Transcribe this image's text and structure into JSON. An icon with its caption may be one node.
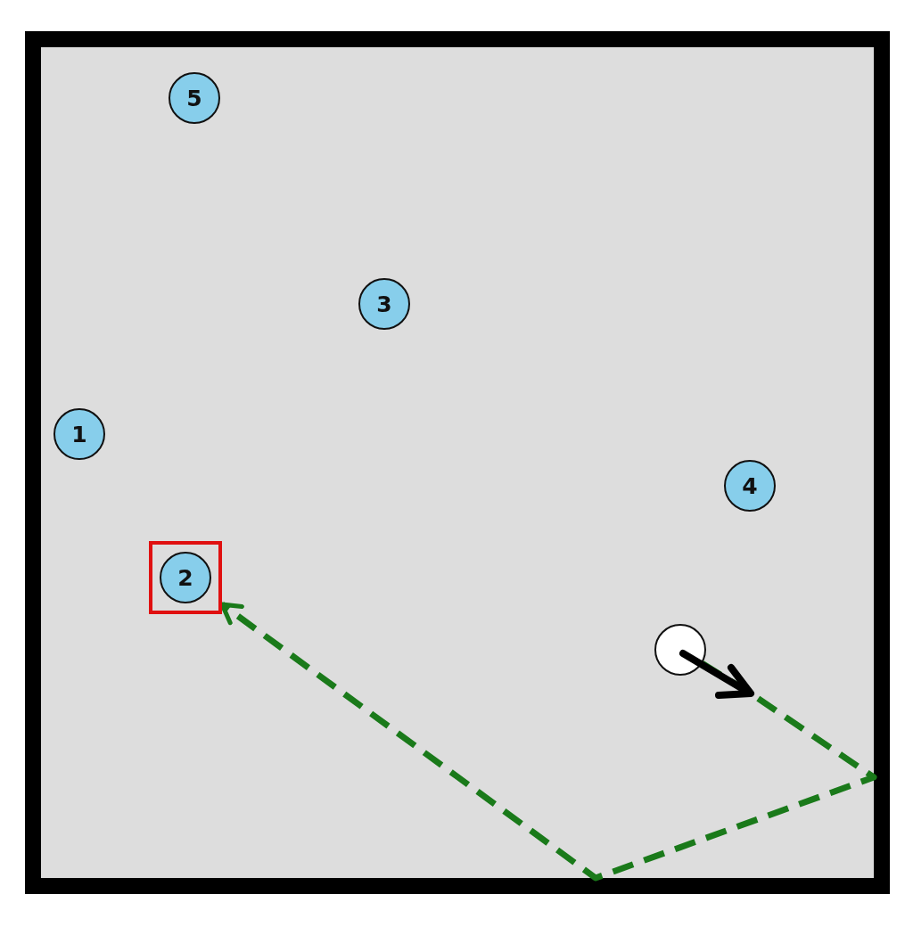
{
  "diagram": {
    "nodes": [
      {
        "text": [
          "5"
        ]
      },
      {
        "text": [
          "3"
        ]
      },
      {
        "text": [
          "1"
        ]
      },
      {
        "text": [
          "4"
        ]
      },
      {
        "text": [],
        "shape": "box"
      },
      {
        "text": [
          "2"
        ],
        "in": 4
      },
      {
        "text": [],
        "shape": "circle"
      }
    ],
    "edges": [
      {
        "from": 6,
        "to": 4,
        "arrow": "to",
        "style": "dashed",
        "color": "#1a7a1a"
      }
    ]
  }
}
